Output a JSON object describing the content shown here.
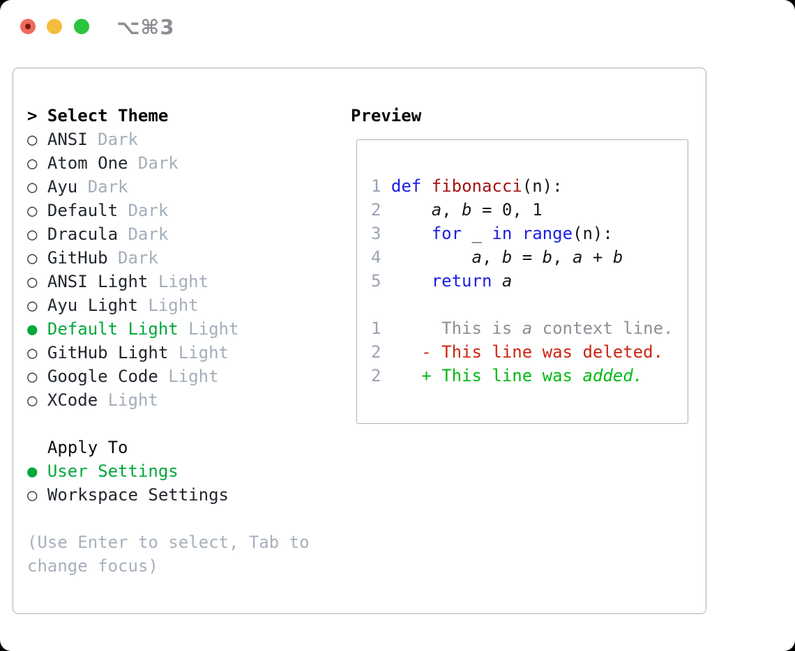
{
  "window": {
    "shortcut_label": "⌥⌘3"
  },
  "colors": {
    "selected_green": "#00a83c",
    "added_green": "#00ba10",
    "deleted_red": "#cc2411",
    "keyword_blue": "#1a1ee6",
    "function_red": "#a31212",
    "muted_gray": "#a4aeb9",
    "line_number_gray": "#9aa4b2",
    "border_gray": "#a9b2bc",
    "traffic_red": "#ee6a5e",
    "traffic_yellow": "#f5bd3e",
    "traffic_green": "#2bc33e"
  },
  "theme_panel": {
    "title_marker": ">",
    "title": "Select Theme",
    "items": [
      {
        "marker": "○",
        "name": "ANSI",
        "tag": "Dark"
      },
      {
        "marker": "○",
        "name": "Atom One",
        "tag": "Dark"
      },
      {
        "marker": "○",
        "name": "Ayu",
        "tag": "Dark"
      },
      {
        "marker": "○",
        "name": "Default",
        "tag": "Dark"
      },
      {
        "marker": "○",
        "name": "Dracula",
        "tag": "Dark"
      },
      {
        "marker": "○",
        "name": "GitHub",
        "tag": "Dark"
      },
      {
        "marker": "○",
        "name": "ANSI Light",
        "tag": "Light"
      },
      {
        "marker": "○",
        "name": "Ayu Light",
        "tag": "Light"
      },
      {
        "marker": "●",
        "name": "Default Light",
        "tag": "Light",
        "selected": true
      },
      {
        "marker": "○",
        "name": "GitHub Light",
        "tag": "Light"
      },
      {
        "marker": "○",
        "name": "Google Code",
        "tag": "Light"
      },
      {
        "marker": "○",
        "name": "XCode",
        "tag": "Light"
      }
    ],
    "apply_to": {
      "title": "Apply To",
      "options": [
        {
          "marker": "●",
          "name": "User Settings",
          "selected": true
        },
        {
          "marker": "○",
          "name": "Workspace Settings",
          "selected": false
        }
      ]
    },
    "help_line1": "(Use Enter to select, Tab to",
    "help_line2": "change focus)"
  },
  "preview": {
    "title": "Preview",
    "lines": [
      [
        {
          "t": "1 ",
          "c": "num"
        },
        {
          "t": "def",
          "c": "kw"
        },
        {
          "t": " ",
          "c": "pl"
        },
        {
          "t": "fibonacci",
          "c": "fn"
        },
        {
          "t": "(n):",
          "c": "pl"
        }
      ],
      [
        {
          "t": "2",
          "c": "num"
        },
        {
          "t": "     ",
          "c": "pl"
        },
        {
          "t": "a",
          "c": "var"
        },
        {
          "t": ", ",
          "c": "pl"
        },
        {
          "t": "b",
          "c": "var"
        },
        {
          "t": " = 0, 1",
          "c": "pl"
        }
      ],
      [
        {
          "t": "3",
          "c": "num"
        },
        {
          "t": "     ",
          "c": "pl"
        },
        {
          "t": "for",
          "c": "kw"
        },
        {
          "t": " _ ",
          "c": "pl"
        },
        {
          "t": "in",
          "c": "kw"
        },
        {
          "t": " ",
          "c": "pl"
        },
        {
          "t": "range",
          "c": "kw"
        },
        {
          "t": "(n):",
          "c": "pl"
        }
      ],
      [
        {
          "t": "4",
          "c": "num"
        },
        {
          "t": "         ",
          "c": "pl"
        },
        {
          "t": "a",
          "c": "var"
        },
        {
          "t": ", ",
          "c": "pl"
        },
        {
          "t": "b",
          "c": "var"
        },
        {
          "t": " = ",
          "c": "pl"
        },
        {
          "t": "b",
          "c": "var"
        },
        {
          "t": ", ",
          "c": "pl"
        },
        {
          "t": "a",
          "c": "var"
        },
        {
          "t": " + ",
          "c": "pl"
        },
        {
          "t": "b",
          "c": "var"
        }
      ],
      [
        {
          "t": "5",
          "c": "num"
        },
        {
          "t": "     ",
          "c": "pl"
        },
        {
          "t": "return",
          "c": "kw"
        },
        {
          "t": " ",
          "c": "pl"
        },
        {
          "t": "a",
          "c": "var"
        }
      ],
      [],
      [
        {
          "t": "1",
          "c": "num"
        },
        {
          "t": "      ",
          "c": "pl"
        },
        {
          "t": "This is ",
          "c": "ctx"
        },
        {
          "t": "a",
          "c": "ctxi"
        },
        {
          "t": " context line.",
          "c": "ctx"
        }
      ],
      [
        {
          "t": "2",
          "c": "num"
        },
        {
          "t": "    ",
          "c": "pl"
        },
        {
          "t": "- This line was deleted.",
          "c": "del"
        }
      ],
      [
        {
          "t": "2",
          "c": "num"
        },
        {
          "t": "    ",
          "c": "pl"
        },
        {
          "t": "+ This line was ",
          "c": "add"
        },
        {
          "t": "added.",
          "c": "addi"
        }
      ]
    ]
  }
}
